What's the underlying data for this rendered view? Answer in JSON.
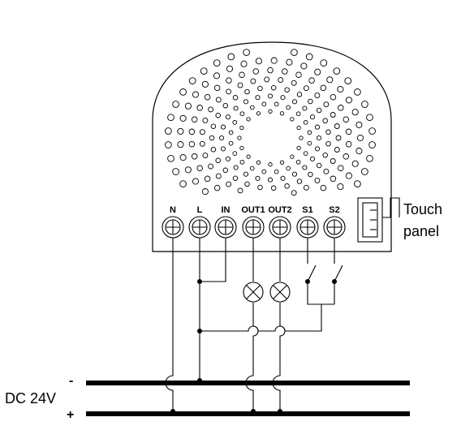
{
  "device": {
    "terminals": [
      "N",
      "L",
      "IN",
      "OUT1",
      "OUT2",
      "S1",
      "S2"
    ],
    "connector_label_line1": "Touch",
    "connector_label_line2": "panel"
  },
  "supply": {
    "label": "DC  24V",
    "minus": "-",
    "plus": "+"
  }
}
